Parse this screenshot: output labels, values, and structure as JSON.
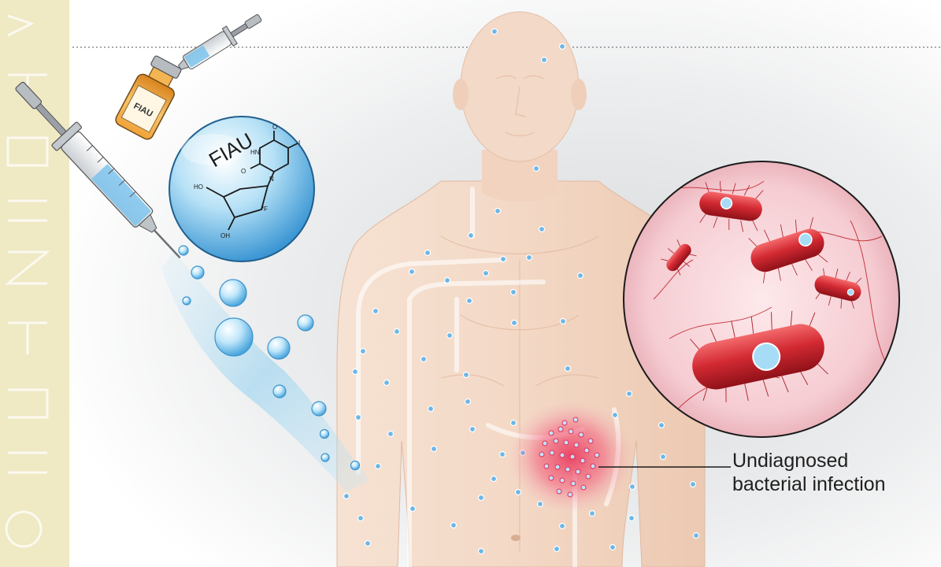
{
  "diagram": {
    "molecule_label": "FIAU",
    "vial_label": "FIAU",
    "chem_atoms": {
      "ho_top": "HO",
      "oh_bottom": "OH",
      "iodine": "I",
      "nh": "HN",
      "o_top": "O",
      "o_side": "O",
      "f": "F",
      "n": "N"
    },
    "callout": {
      "line1": "Undiagnosed",
      "line2": "bacterial infection"
    },
    "colors": {
      "sidebar": "#efe9c4",
      "skin": "#f2d6c2",
      "bacteria": "#c8232c",
      "magnified_bg": "#f6d2d6",
      "drug_blue": "#7fc6ec",
      "background": "#e9eaec"
    }
  }
}
